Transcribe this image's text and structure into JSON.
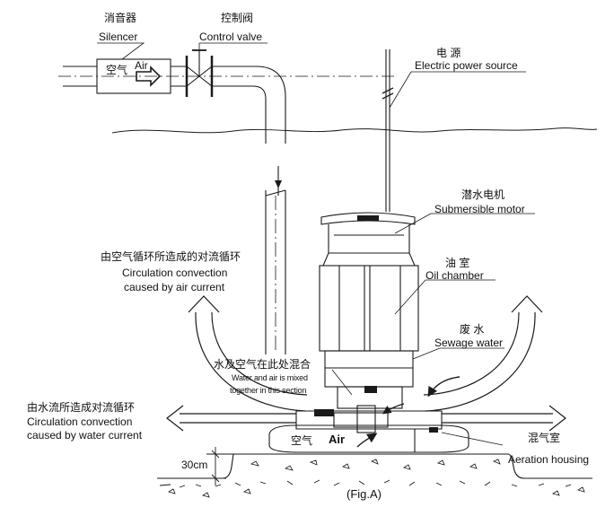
{
  "labels": {
    "silencer_cn": "消音器",
    "silencer_en": "Silencer",
    "control_valve_cn": "控制阀",
    "control_valve_en": "Control  valve",
    "air_cn": "空气",
    "air_en": "Air",
    "power_cn": "电  源",
    "power_en": "Electric power source",
    "motor_cn": "潜水电机",
    "motor_en": "Submersible motor",
    "oil_cn": "油 室",
    "oil_en": "Oil chamber",
    "sewage_cn": "废 水",
    "sewage_en": "Sewage water",
    "air_circ_cn": "由空气循环所造成的对流循环",
    "air_circ_en_1": "Circulation  convection",
    "air_circ_en_2": "caused by air current",
    "mix_cn": "水及空气在此处混合",
    "mix_en_1": "Water and air is mixed",
    "mix_en_2": "together in this section",
    "water_circ_cn": "由水流所造成对流循环",
    "water_circ_en_1": "Circulation  convection",
    "water_circ_en_2": "caused by water current",
    "bottom_air_cn": "空气",
    "bottom_air_en": "Air",
    "mixed_gas_cn": "混气室",
    "aeration_en": "Aeration housing",
    "depth": "30cm",
    "caption": "(Fig.A)"
  },
  "colors": {
    "line": "#1a1a1a",
    "background": "#ffffff"
  }
}
